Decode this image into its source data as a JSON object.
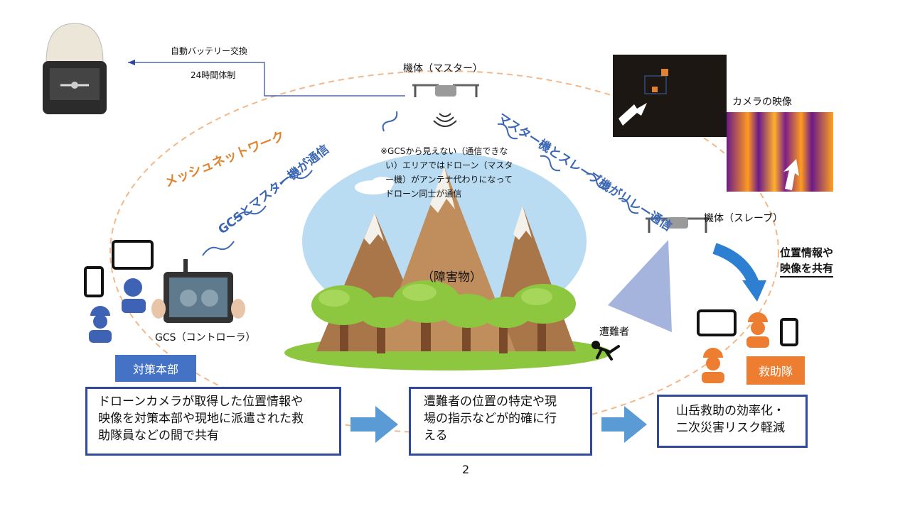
{
  "labels": {
    "battery_swap": "自動バッテリー交換",
    "hours": "24時間体制",
    "master_drone": "機体（マスター）",
    "slave_drone": "機体（スレーブ）",
    "camera_feed": "カメラの映像",
    "mesh_network": "メッシュネットワーク",
    "gcs_master_comm": "GCSとマスター機が通信",
    "master_slave_relay": "マスター機とスレーブ機がリレー通信",
    "note": "※GCSから見えない（通信できない）エリアではドローン（マスター機）がアンテナ代わりになってドローン同士が通信",
    "note_lines": [
      "※GCSから見えない（通信できな",
      "い）エリアではドローン（マスタ",
      "ー機）がアンテナ代わりになって",
      "ドローン同士が通信"
    ],
    "obstacle": "（障害物）",
    "gcs_controller": "GCS（コントローラ）",
    "victim": "遭難者",
    "share_info_lines": [
      "位置情報や",
      "映像を共有"
    ],
    "hq": "対策本部",
    "rescue_team": "救助隊",
    "page_number": "2"
  },
  "flow": [
    {
      "lines": [
        "ドローンカメラが取得した位置情報や",
        "映像を対策本部や現地に派遣された救",
        "助隊員などの間で共有"
      ]
    },
    {
      "lines": [
        "遭難者の位置の特定や現",
        "場の指示などが的確に行",
        "える"
      ]
    },
    {
      "lines": [
        "山岳救助の効率化・",
        "二次災害リスク軽減"
      ]
    }
  ],
  "colors": {
    "navy": "#2f4a99",
    "blue_text": "#3b66b3",
    "orange_text": "#e0842f",
    "hq_tag": "#4472c4",
    "rescue_tag": "#ed7d31",
    "arrow_fill": "#5b9bd5",
    "sky": "#b9dcf3",
    "mountain": "#b5824f",
    "tree": "#8dc63f",
    "ground": "#8dc63f"
  },
  "icons": [
    "charging-station-icon",
    "drone-icon",
    "tablet-icon",
    "phone-icon",
    "person-icon",
    "worker-icon",
    "controller-icon",
    "fallen-person-icon",
    "thermal-image-icon"
  ]
}
